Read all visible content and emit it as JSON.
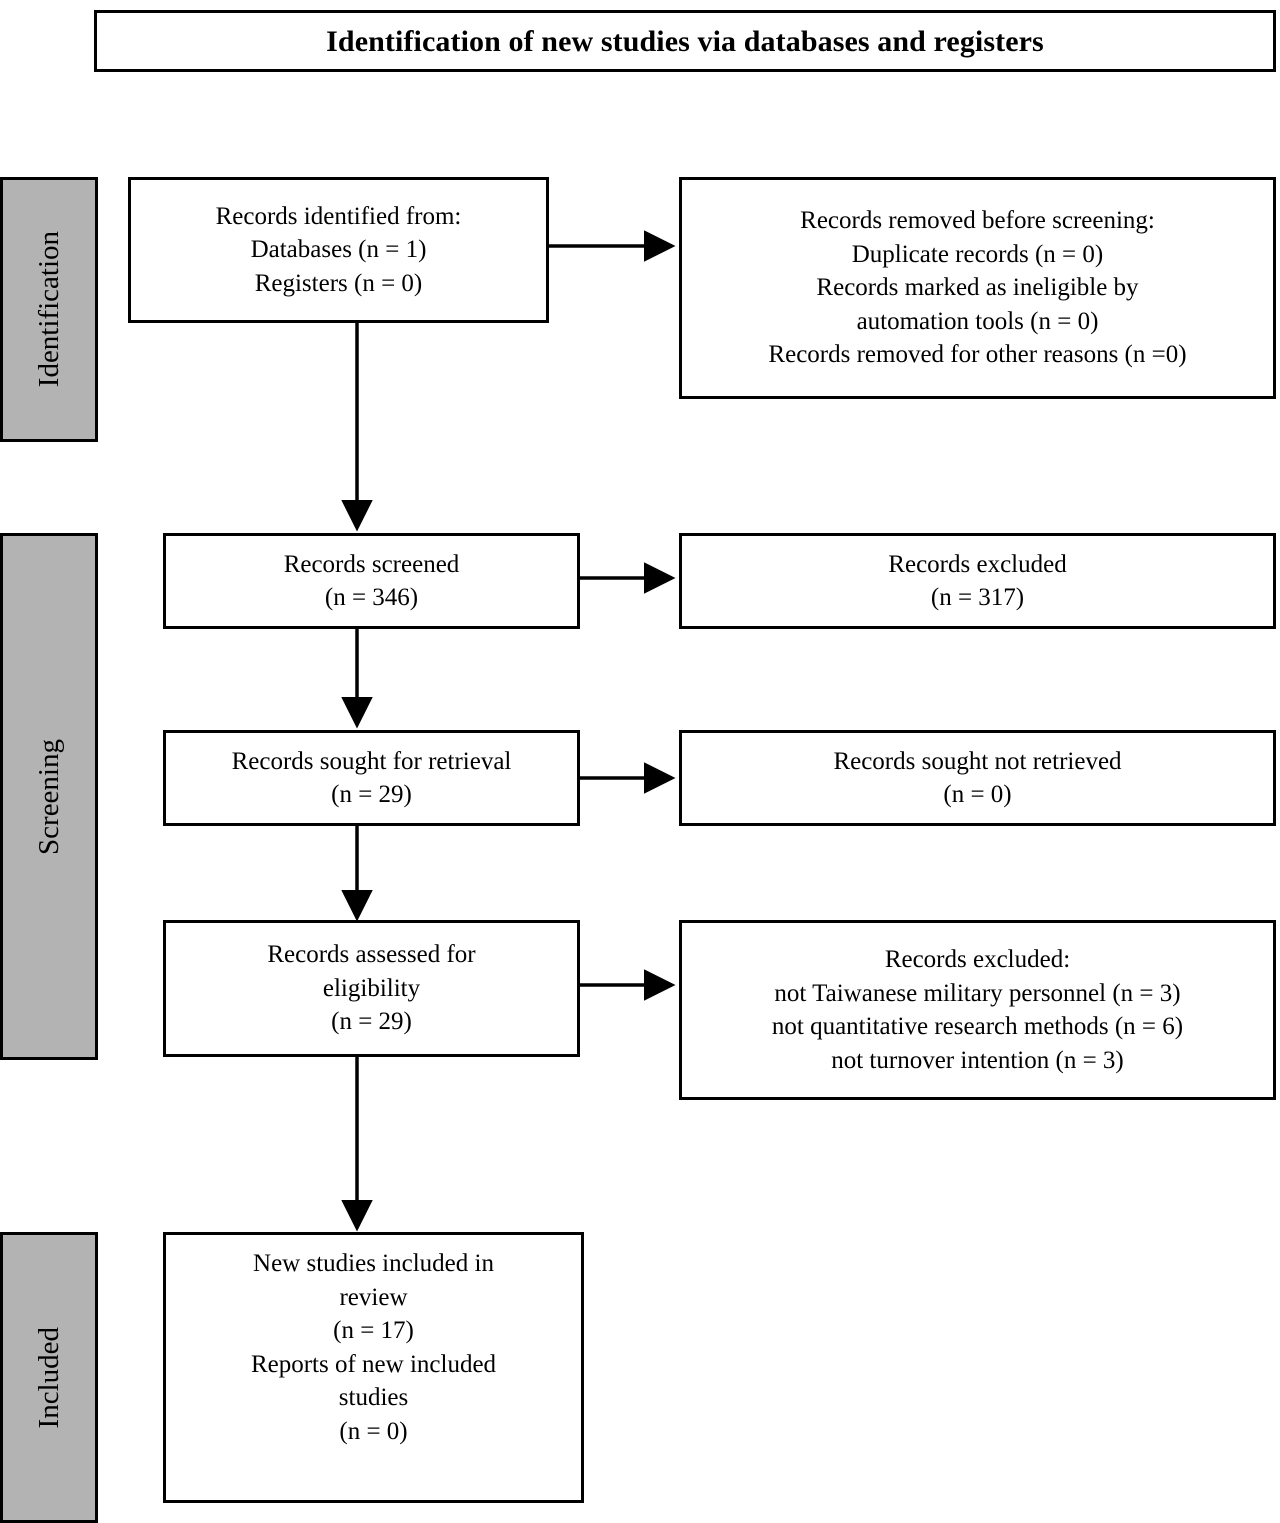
{
  "title": {
    "text": "Identification of new studies via databases and registers"
  },
  "colors": {
    "band_fill": "#b3b3b3",
    "border": "#000000",
    "background": "#ffffff"
  },
  "stages": [
    {
      "id": "identification",
      "label": "Identification"
    },
    {
      "id": "screening",
      "label": "Screening"
    },
    {
      "id": "included",
      "label": "Included"
    }
  ],
  "nodes": {
    "identified": {
      "lines": [
        "Records identified from:",
        "Databases (n = 1)",
        "Registers (n = 0)"
      ]
    },
    "removed_before_screening": {
      "lines": [
        "Records removed before screening:",
        "Duplicate records (n = 0)",
        "Records marked as ineligible by",
        "automation tools (n = 0)",
        "Records removed for other reasons (n =0)"
      ]
    },
    "screened": {
      "lines": [
        "Records screened",
        "(n = 346)"
      ]
    },
    "excluded_screened": {
      "lines": [
        "Records excluded",
        "(n = 317)"
      ]
    },
    "sought_retrieval": {
      "lines": [
        "Records sought for retrieval",
        "(n = 29)"
      ]
    },
    "not_retrieved": {
      "lines": [
        "Records sought not retrieved",
        "(n = 0)"
      ]
    },
    "assessed_eligibility": {
      "lines": [
        "Records assessed for",
        "eligibility",
        "(n = 29)"
      ]
    },
    "excluded_eligibility": {
      "lines": [
        "Records excluded:",
        "not Taiwanese military personnel (n = 3)",
        "not quantitative research methods (n = 6)",
        "not turnover intention (n = 3)"
      ]
    },
    "included_studies": {
      "lines": [
        "New studies included in",
        "review",
        "(n = 17)",
        "Reports of new included",
        "studies",
        "(n = 0)"
      ]
    }
  },
  "flow": {
    "arrows": [
      {
        "id": "identified-to-removed",
        "type": "horizontal"
      },
      {
        "id": "identified-to-screened",
        "type": "vertical"
      },
      {
        "id": "screened-to-excluded",
        "type": "horizontal"
      },
      {
        "id": "screened-to-sought",
        "type": "vertical"
      },
      {
        "id": "sought-to-not-retrieved",
        "type": "horizontal"
      },
      {
        "id": "sought-to-assessed",
        "type": "vertical"
      },
      {
        "id": "assessed-to-excluded",
        "type": "horizontal"
      },
      {
        "id": "assessed-to-included",
        "type": "vertical"
      }
    ]
  }
}
